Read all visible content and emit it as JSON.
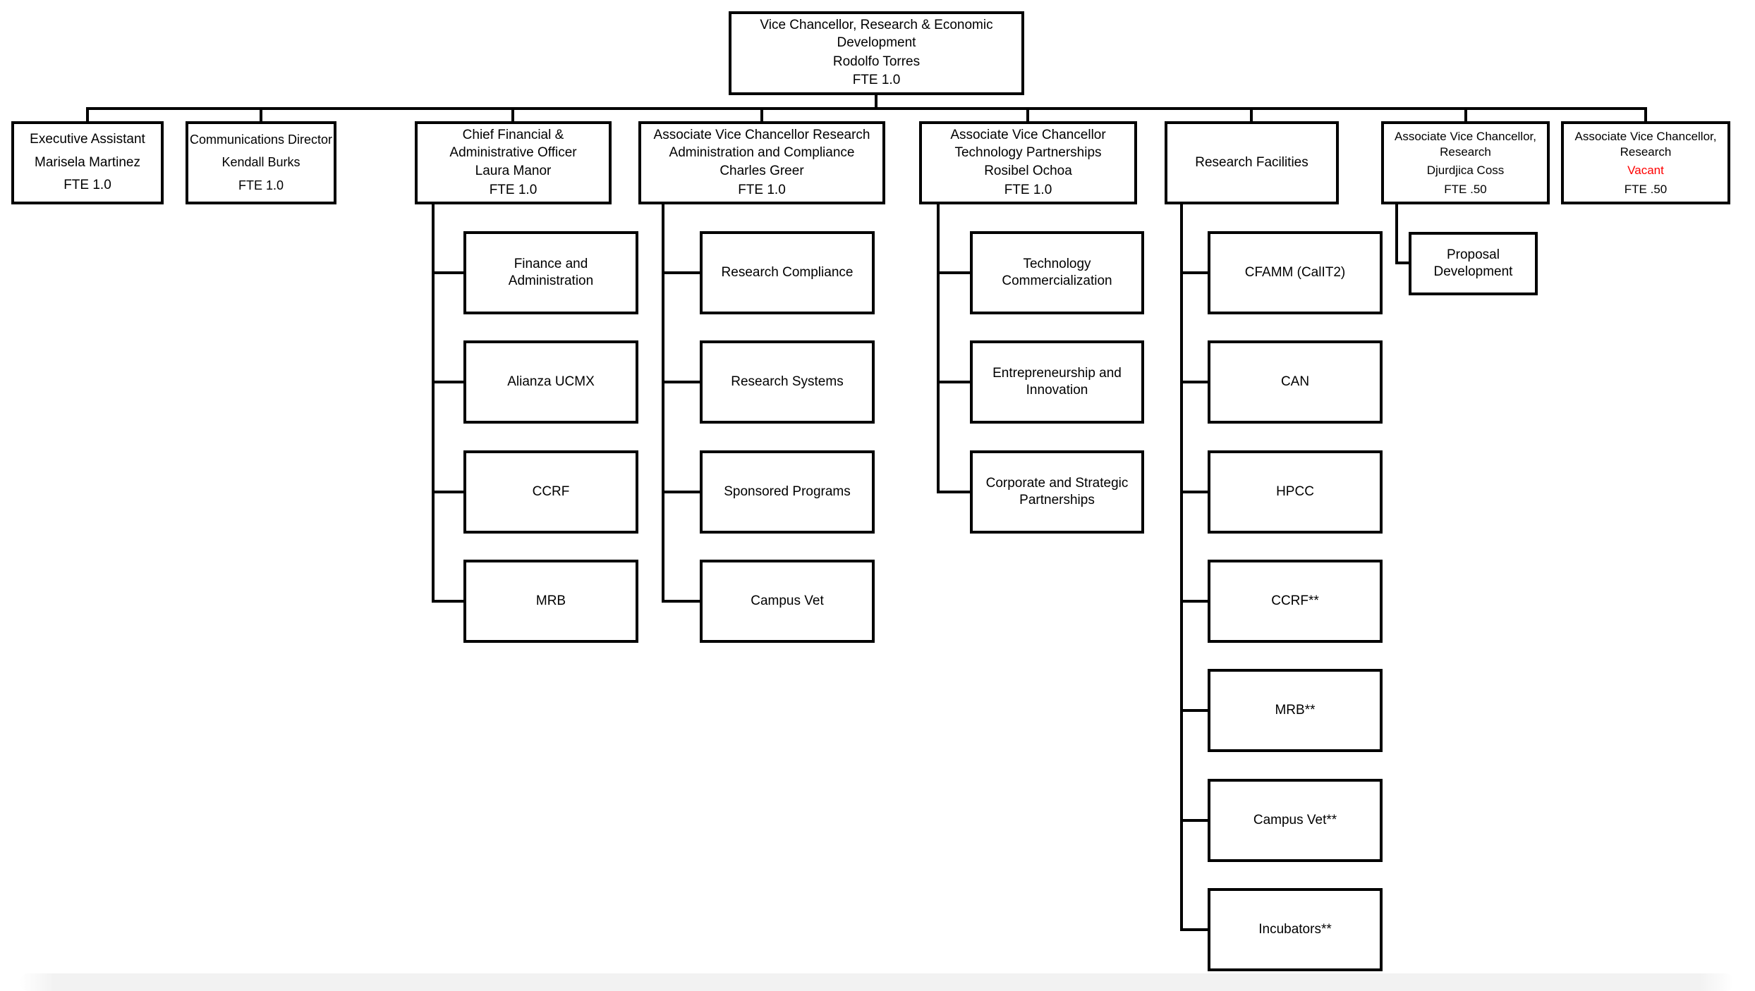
{
  "palette": {
    "line": "#000000",
    "bg": "#ffffff",
    "vacant": "#ff0000",
    "scroll": "#f2f2f2"
  },
  "org": {
    "root": {
      "title": "Vice Chancellor, Research & Economic\nDevelopment",
      "name": "Rodolfo Torres",
      "fte": "FTE 1.0"
    },
    "row2": [
      {
        "title": "Executive Assistant",
        "name": "Marisela Martinez",
        "fte": "FTE 1.0"
      },
      {
        "title": "Communications Director",
        "name": "Kendall Burks",
        "fte": "FTE 1.0"
      },
      {
        "title": "Chief Financial &\nAdministrative Officer",
        "name": "Laura Manor",
        "fte": "FTE 1.0"
      },
      {
        "title": "Associate Vice Chancellor Research\nAdministration and Compliance",
        "name": "Charles Greer",
        "fte": "FTE 1.0"
      },
      {
        "title": "Associate Vice Chancellor\nTechnology Partnerships",
        "name": "Rosibel Ochoa",
        "fte": "FTE 1.0"
      },
      {
        "title": "Research Facilities"
      },
      {
        "title": "Associate Vice Chancellor,\nResearch",
        "name": "Djurdjica Coss",
        "fte": "FTE .50"
      },
      {
        "title": "Associate Vice Chancellor,\nResearch",
        "name": "Vacant",
        "fte": "FTE .50"
      }
    ],
    "columns": {
      "cfao": [
        "Finance and\nAdministration",
        "Alianza UCMX",
        "CCRF",
        "MRB"
      ],
      "rac": [
        "Research Compliance",
        "Research Systems",
        "Sponsored Programs",
        "Campus Vet"
      ],
      "tp": [
        "Technology\nCommercialization",
        "Entrepreneurship and\nInnovation",
        "Corporate and Strategic\nPartnerships"
      ],
      "rf": [
        "CFAMM (CalIT2)",
        "CAN",
        "HPCC",
        "CCRF**",
        "MRB**",
        "Campus Vet**",
        "Incubators**"
      ],
      "avc_research": [
        "Proposal\nDevelopment"
      ]
    }
  }
}
